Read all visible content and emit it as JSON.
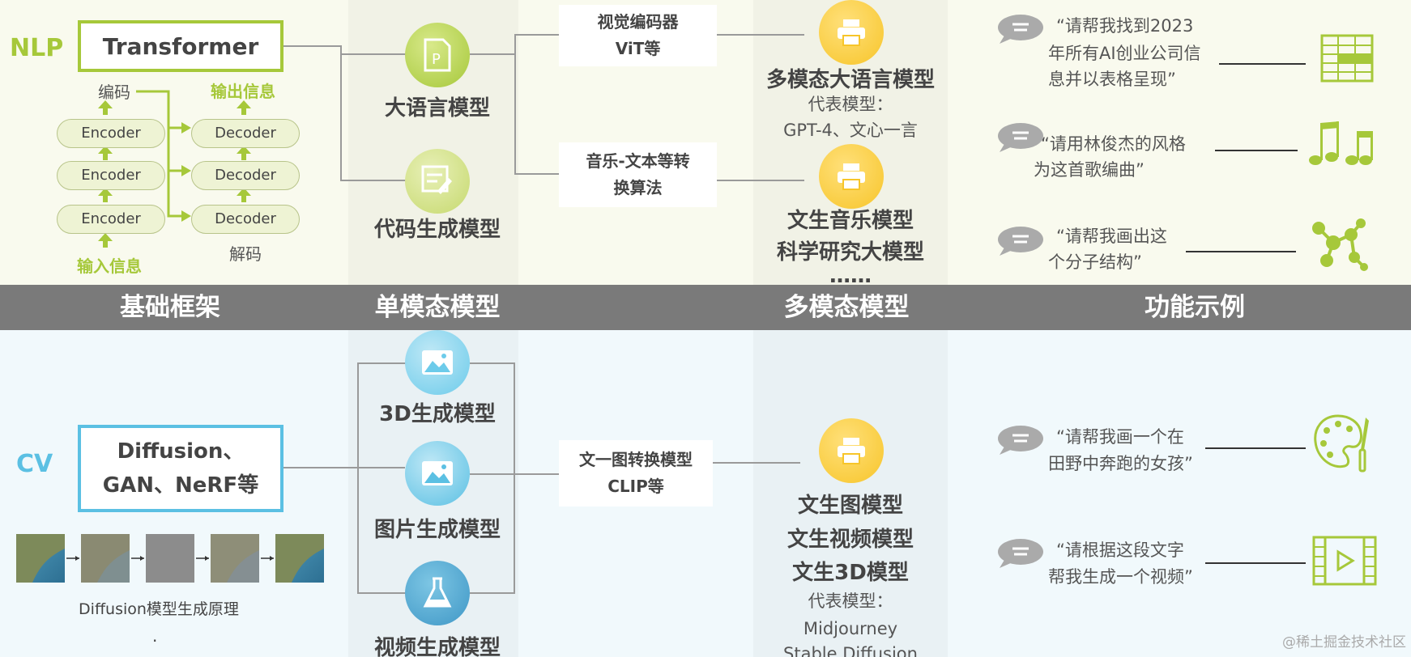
{
  "colors": {
    "green": "#a6c83a",
    "blue": "#5bc0e3",
    "yellow": "#f7c52a",
    "band": "#7a7a7a"
  },
  "band": {
    "labels": [
      "基础框架",
      "单模态模型",
      "多模态模型",
      "功能示例"
    ]
  },
  "nlp": {
    "tag": "NLP",
    "framework": "Transformer",
    "encode_label": "编码",
    "output_label": "输出信息",
    "encoders": [
      "Encoder",
      "Encoder",
      "Encoder"
    ],
    "decoders": [
      "Decoder",
      "Decoder",
      "Decoder"
    ],
    "input_label": "输入信息",
    "decode_label": "解码",
    "single_models": [
      {
        "label": "大语言模型",
        "icon": "document-p-icon"
      },
      {
        "label": "代码生成模型",
        "icon": "code-pencil-icon"
      }
    ],
    "bridges": [
      {
        "line1": "视觉编码器",
        "line2": "ViT等"
      },
      {
        "line1": "音乐-文本等转",
        "line2": "换算法"
      }
    ],
    "multimodal": [
      {
        "title": "多模态大语言模型",
        "sub1": "代表模型：",
        "sub2": "GPT-4、文心一言"
      },
      {
        "title1": "文生音乐模型",
        "title2": "科学研究大模型",
        "title3": "……"
      }
    ],
    "examples": [
      {
        "line1": "“请帮我找到2023",
        "line2": "年所有AI创业公司信",
        "line3": "息并以表格呈现”",
        "icon": "table-icon"
      },
      {
        "line1": "“请用林俊杰的风格",
        "line2": "为这首歌编曲”",
        "icon": "music-notes-icon"
      },
      {
        "line1": "“请帮我画出这",
        "line2": "个分子结构”",
        "icon": "molecule-icon"
      }
    ]
  },
  "cv": {
    "tag": "CV",
    "framework_line1": "Diffusion、",
    "framework_line2": "GAN、NeRF等",
    "diffusion_caption": "Diffusion模型生成原理",
    "dot": ".",
    "single_models": [
      {
        "label": "3D生成模型",
        "icon": "image-icon"
      },
      {
        "label": "图片生成模型",
        "icon": "image-icon"
      },
      {
        "label": "视频生成模型",
        "icon": "flask-icon"
      }
    ],
    "bridge": {
      "line1": "文一图转换模型",
      "line2": "CLIP等"
    },
    "multimodal": {
      "title1": "文生图模型",
      "title2": "文生视频模型",
      "title3": "文生3D模型",
      "sub1": "代表模型：",
      "sub2": "Midjourney",
      "sub3": "Stable Diffusion"
    },
    "examples": [
      {
        "line1": "“请帮我画一个在",
        "line2": "田野中奔跑的女孩”",
        "icon": "palette-icon"
      },
      {
        "line1": "“请根据这段文字",
        "line2": "帮我生成一个视频”",
        "icon": "video-film-icon"
      }
    ]
  },
  "watermark": "@稀土掘金技术社区"
}
